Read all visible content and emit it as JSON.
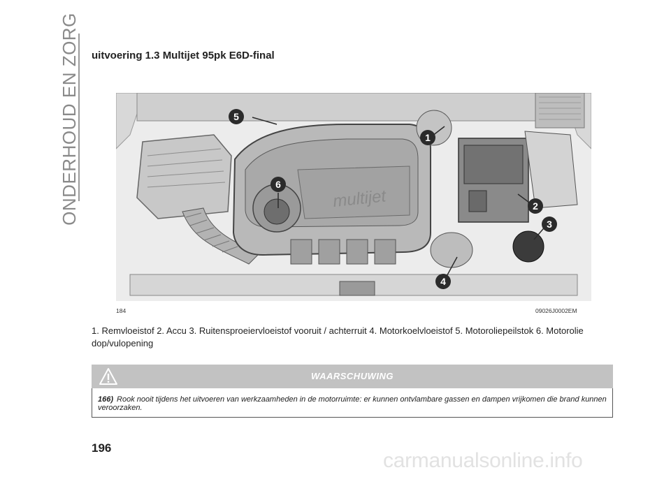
{
  "section": {
    "side_title": "ONDERHOUD EN ZORG"
  },
  "page": {
    "heading": "uitvoering 1.3 Multijet 95pk E6D-final",
    "number": "196"
  },
  "figure": {
    "left_caption": "184",
    "right_caption": "09026J0002EM",
    "engine_cover_logo": "multijet",
    "callouts": [
      "1",
      "2",
      "3",
      "4",
      "5",
      "6"
    ]
  },
  "legend": "1. Remvloeistof 2. Accu 3. Ruitensproeiervloeistof vooruit / achterruit 4. Motorkoelvloeistof 5. Motoroliepeilstok 6. Motorolie dop/vulopening",
  "warning": {
    "title": "WAARSCHUWING",
    "icon": "warning-triangle-icon",
    "ref": "166)",
    "text": "Rook nooit tijdens het uitvoeren van werkzaamheden in de motorruimte: er kunnen ontvlambare gassen en dampen vrijkomen die brand kunnen veroorzaken."
  },
  "watermark": "carmanualsonline.info",
  "colors": {
    "warning_bar": "#c2c2c2",
    "side_title": "#8a8a8a",
    "callout": "#2b2b2b"
  }
}
